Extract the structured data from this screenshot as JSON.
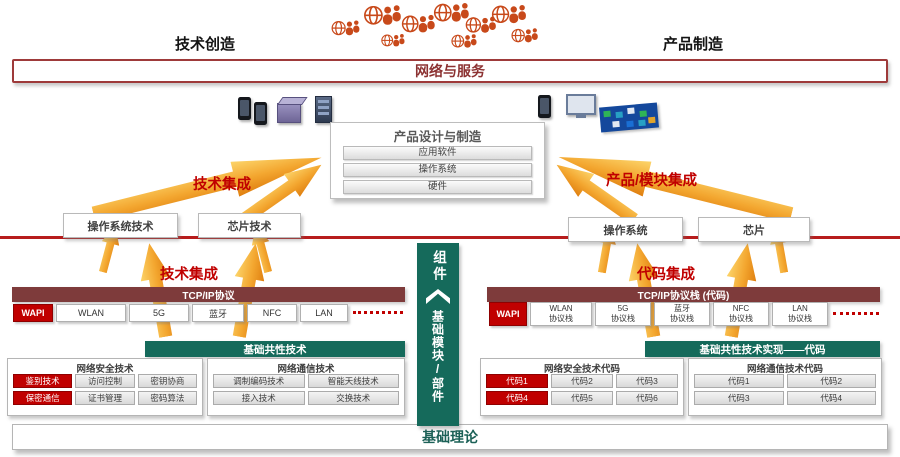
{
  "colors": {
    "accent_red": "#C00000",
    "maroon_header": "#7E3B3B",
    "teal": "#156A5B",
    "arrow_orange": "#F3A62F",
    "icon_orange": "#C8491A"
  },
  "top": {
    "left_label": "技术创造",
    "right_label": "产品制造",
    "network_bar_label": "网络与服务"
  },
  "design_box": {
    "title": "产品设计与制造",
    "layers": [
      "应用软件",
      "操作系统",
      "硬件"
    ]
  },
  "labels": {
    "upper_left": "技术集成",
    "upper_right": "产品/模块集成",
    "mid_left": "技术集成",
    "mid_right": "代码集成"
  },
  "tech_row_left": [
    "操作系统技术",
    "芯片技术"
  ],
  "tech_row_right": [
    "操作系统",
    "芯片"
  ],
  "center_column": {
    "top_label": "组件",
    "bottom_label": "基础模块/部件"
  },
  "protocol_left": {
    "header": "TCP/IP协议",
    "items": [
      {
        "label": "WAPI"
      },
      {
        "label": "WLAN"
      },
      {
        "label": "5G"
      },
      {
        "label": "蓝牙"
      },
      {
        "label": "NFC"
      },
      {
        "label": "LAN"
      }
    ]
  },
  "protocol_right": {
    "header": "TCP/IP协议栈 (代码)",
    "items": [
      {
        "label": "WAPI"
      },
      {
        "label": "WLAN\n协议栈"
      },
      {
        "label": "5G\n协议栈"
      },
      {
        "label": "蓝牙\n协议栈"
      },
      {
        "label": "NFC\n协议栈"
      },
      {
        "label": "LAN\n协议栈"
      }
    ]
  },
  "foundation_left": {
    "header": "基础共性技术",
    "security": {
      "title": "网络安全技术",
      "items": [
        "鉴别技术",
        "访问控制",
        "密钥协商",
        "保密通信",
        "证书管理",
        "密码算法"
      ]
    },
    "comm": {
      "title": "网络通信技术",
      "items": [
        "调制编码技术",
        "智能天线技术",
        "接入技术",
        "交换技术"
      ]
    }
  },
  "foundation_right": {
    "header": "基础共性技术实现——代码",
    "security": {
      "title": "网络安全技术代码",
      "items": [
        "代码1",
        "代码2",
        "代码3",
        "代码4",
        "代码5",
        "代码6"
      ]
    },
    "comm": {
      "title": "网络通信技术代码",
      "items": [
        "代码1",
        "代码2",
        "代码3",
        "代码4"
      ]
    }
  },
  "bottom_bar_label": "基础理论"
}
